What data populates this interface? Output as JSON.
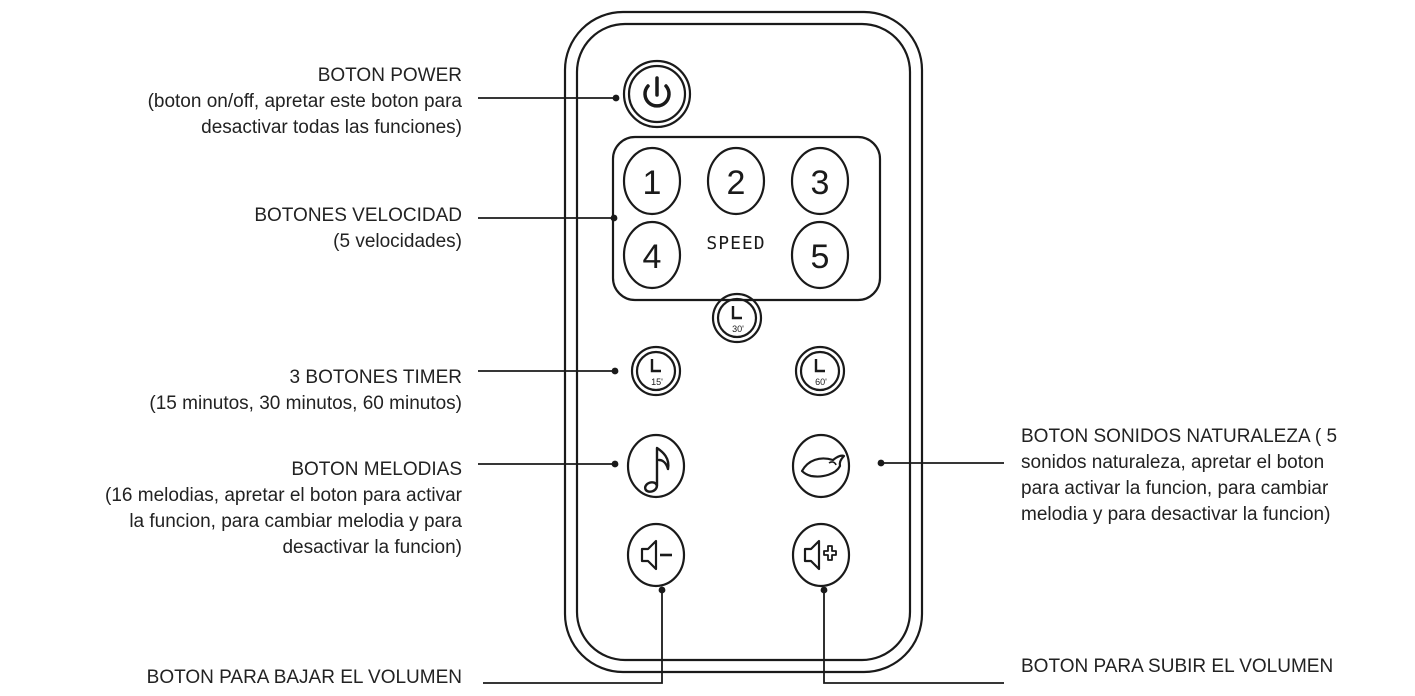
{
  "labels": {
    "power": {
      "title": "BOTON POWER",
      "lines": [
        "(boton on/off, apretar este boton para",
        "desactivar todas las funciones)"
      ]
    },
    "speed": {
      "title": "BOTONES VELOCIDAD",
      "lines": [
        "(5 velocidades)"
      ]
    },
    "timer": {
      "title": "3 BOTONES TIMER",
      "lines": [
        "(15 minutos, 30 minutos, 60 minutos)"
      ]
    },
    "melodies": {
      "title": "BOTON MELODIAS",
      "lines": [
        "(16 melodias, apretar el boton para activar",
        "la funcion, para cambiar melodia y para",
        "desactivar la funcion)"
      ]
    },
    "nature": {
      "lines": [
        "BOTON SONIDOS NATURALEZA ( 5",
        "sonidos naturaleza, apretar el boton",
        "para activar la funcion, para cambiar",
        "melodia y para desactivar la funcion)"
      ]
    },
    "vol_down": {
      "title": "BOTON PARA BAJAR EL VOLUMEN"
    },
    "vol_up": {
      "title": "BOTON PARA SUBIR EL VOLUMEN"
    }
  },
  "remote": {
    "speed_buttons": [
      "1",
      "2",
      "3",
      "4",
      "5"
    ],
    "speed_label": "SPEED",
    "timer_buttons": [
      "15'",
      "30'",
      "60'"
    ]
  },
  "colors": {
    "stroke": "#1a1a1a",
    "text": "#222222"
  }
}
